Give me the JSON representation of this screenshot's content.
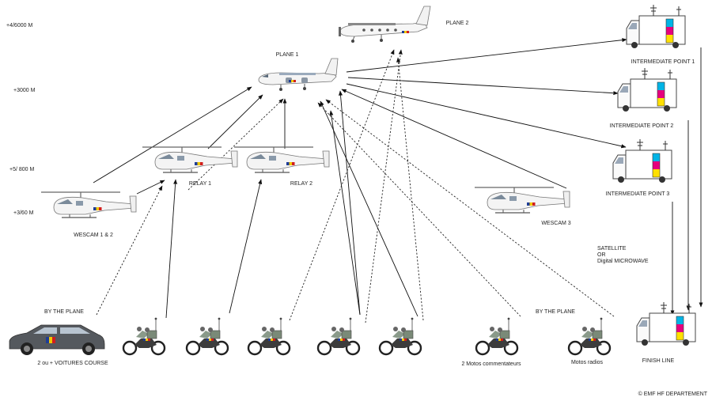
{
  "altitudes": [
    "+4/6000 M",
    "+3000 M",
    "+5/ 800 M",
    "+3/60 M"
  ],
  "labels": {
    "plane1": "PLANE 1",
    "plane2": "PLANE 2",
    "relay1": "RELAY 1",
    "relay2": "RELAY 2",
    "wescam12": "WESCAM 1 & 2",
    "wescam3": "WESCAM 3",
    "ip1": "INTERMEDIATE POINT 1",
    "ip2": "INTERMEDIATE POINT 2",
    "ip3": "INTERMEDIATE POINT 3",
    "sat1": "SATELLITE",
    "sat2": "OR",
    "sat3": "Digital MICROWAVE",
    "finish": "FINISH LINE",
    "by_plane_left": "BY THE PLANE",
    "by_plane_right": "BY THE PLANE",
    "cars": "2 ou + VOITURES COURSE",
    "motos_comm": "2 Motos commentateurs",
    "motos_radio": "Motos radios"
  },
  "credit": "© EMF HF DEPARTEMENT",
  "colors": {
    "van_cyan": "#00b4e6",
    "van_magenta": "#e6007e",
    "van_yellow": "#ffe000",
    "stripe_blue": "#1e3c96",
    "stripe_yellow": "#f0c800",
    "stripe_red": "#d21e1e",
    "car_body": "#55595e"
  }
}
